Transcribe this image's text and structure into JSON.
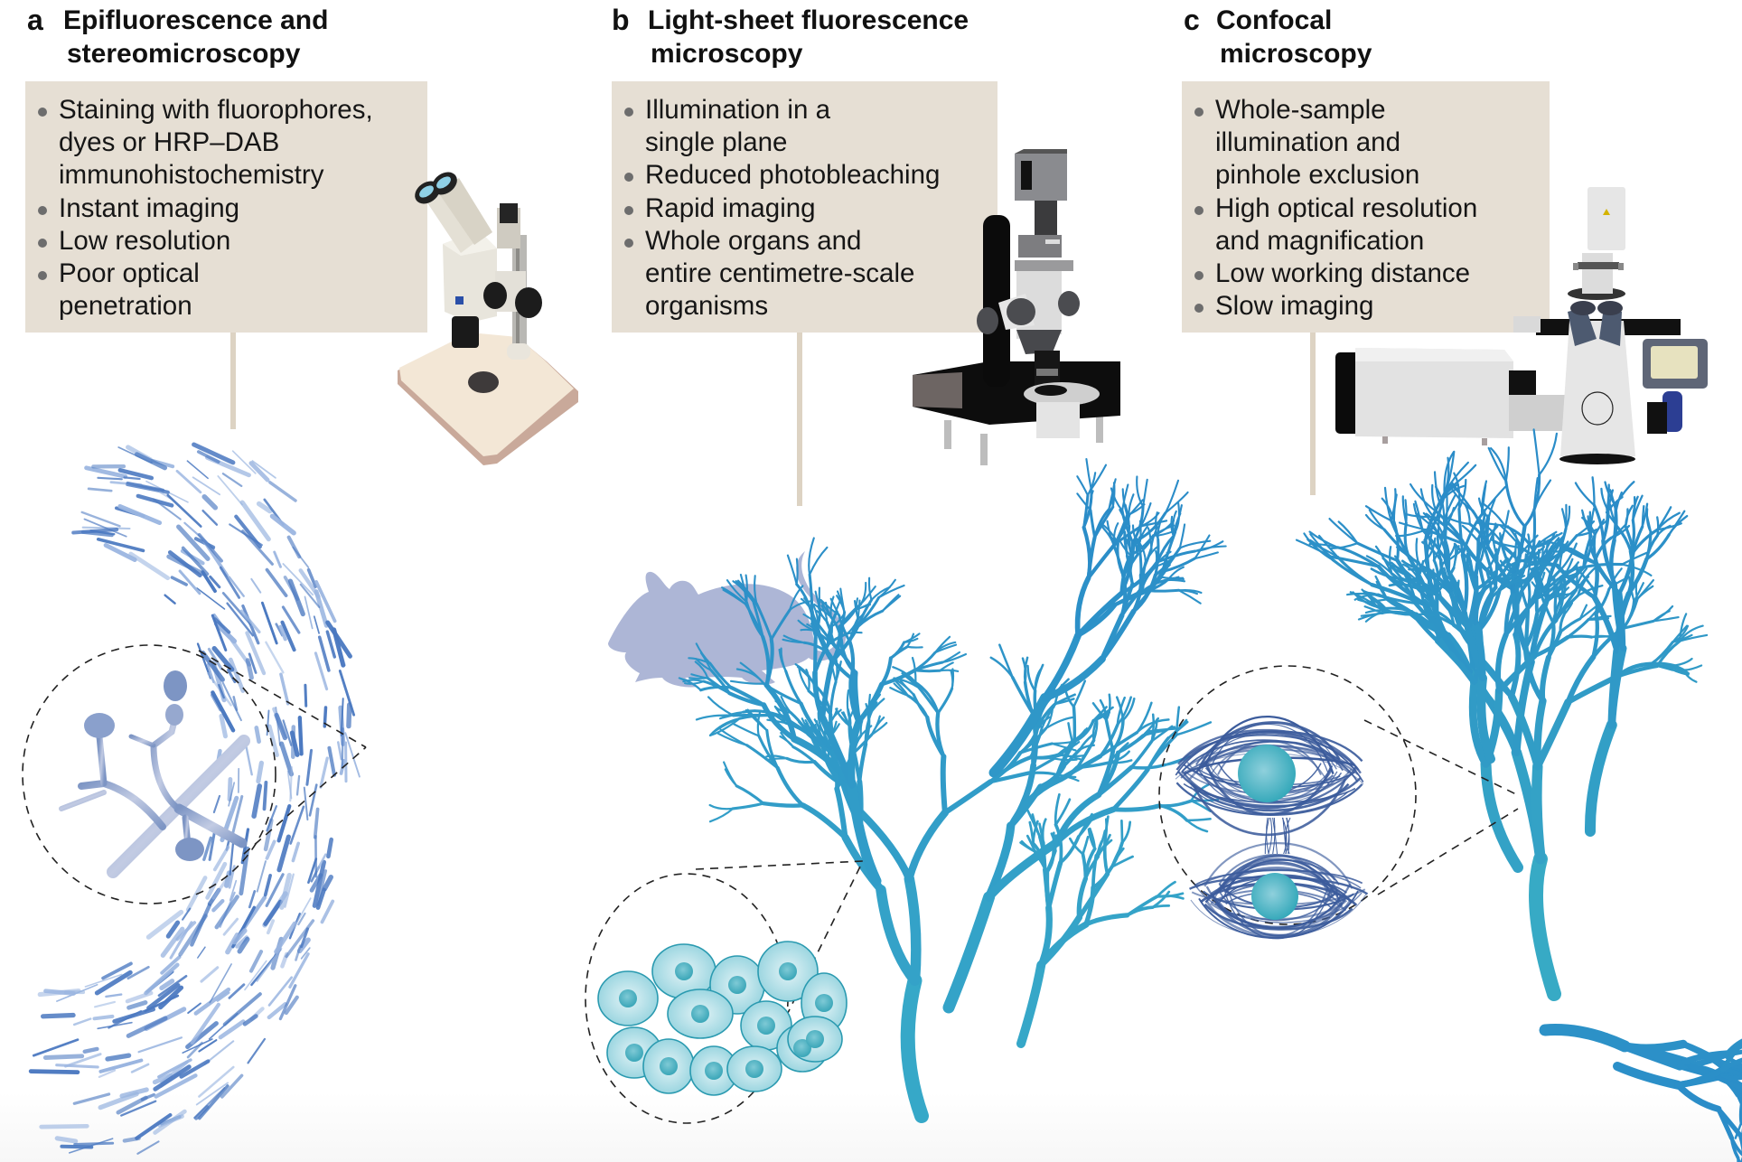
{
  "panels": [
    {
      "letter": "a",
      "title_line1": "Epifluorescence and",
      "title_line2": "stereomicroscopy",
      "bullets": [
        "Staining with fluorophores,\ndyes or HRP–DAB\nimmunohistochemistry",
        "Instant imaging",
        "Low resolution",
        "Poor optical\npenetration"
      ],
      "instrument": "stereomicroscope",
      "specimen": "tissue-section-with-stained-processes",
      "inset": "branched-cell-magnified"
    },
    {
      "letter": "b",
      "title_line1": "Light-sheet fluorescence",
      "title_line2": "microscopy",
      "bullets": [
        "Illumination in a\nsingle plane",
        "Reduced photobleaching",
        "Rapid imaging",
        "Whole organs and\nentire centimetre-scale\norganisms"
      ],
      "instrument": "light-sheet-microscope",
      "organism": "mouse-silhouette",
      "specimen": "cleared-whole-organ-branching-network",
      "inset": "cell-cluster-magnified"
    },
    {
      "letter": "c",
      "title_line1": "Confocal",
      "title_line2": "microscopy",
      "bullets": [
        "Whole-sample\nillumination and\npinhole exclusion",
        "High optical resolution\nand magnification",
        "Low working distance",
        "Slow imaging"
      ],
      "instrument": "confocal-microscope",
      "specimen": "branching-network-sample",
      "inset": "nuclei-with-fibres-magnified"
    }
  ],
  "colors": {
    "box_background": "#E6DFD4",
    "connector": "#DDD3C3",
    "bullet": "#6D6D6D",
    "panel_a_specimen": "#4A78C0",
    "panel_b_specimen_top": "#2A8CC8",
    "panel_b_specimen_bottom": "#3AB0C8",
    "mouse": "#ADB6D6",
    "cells_fill": "#A8DCE4",
    "cells_stroke": "#2A9AB0",
    "fibres": "#3C5C9C",
    "nuclei": "#3AB0C0"
  }
}
